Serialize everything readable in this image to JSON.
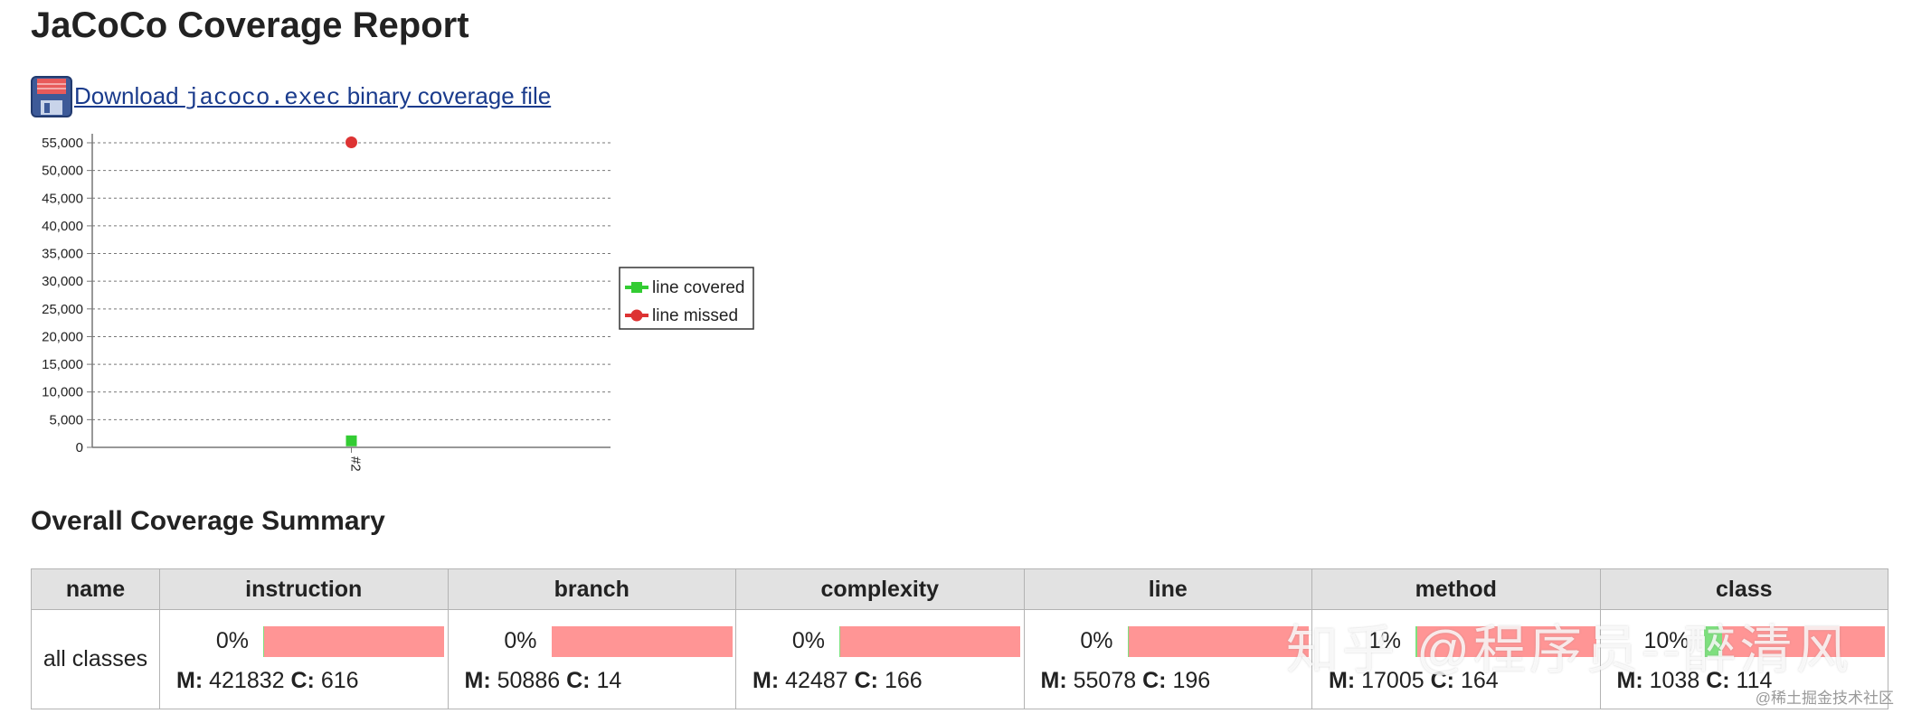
{
  "page": {
    "title": "JaCoCo Coverage Report",
    "download": {
      "prefix": "Download ",
      "file": "jacoco.exec",
      "suffix": " binary coverage file",
      "icon": "floppy-disk-icon"
    },
    "summary_title": "Overall Coverage Summary"
  },
  "chart_data": {
    "type": "scatter",
    "categories": [
      "#2"
    ],
    "series": [
      {
        "name": "line covered",
        "values": [
          196
        ],
        "color": "#33cc33",
        "marker": "square"
      },
      {
        "name": "line missed",
        "values": [
          55078
        ],
        "color": "#dd3333",
        "marker": "circle"
      }
    ],
    "yticks": [
      "0",
      "5,000",
      "10,000",
      "15,000",
      "20,000",
      "25,000",
      "30,000",
      "35,000",
      "40,000",
      "45,000",
      "50,000",
      "55,000"
    ],
    "ylim": [
      0,
      55000
    ],
    "grid": true,
    "legend_position": "right"
  },
  "table": {
    "headers": [
      "name",
      "instruction",
      "branch",
      "complexity",
      "line",
      "method",
      "class"
    ],
    "row": {
      "name": "all classes",
      "metrics": [
        {
          "pct": "0%",
          "covered_fraction": 0.001,
          "m_label": "M:",
          "m": "421832",
          "c_label": "C:",
          "c": "616"
        },
        {
          "pct": "0%",
          "covered_fraction": 0.0003,
          "m_label": "M:",
          "m": "50886",
          "c_label": "C:",
          "c": "14"
        },
        {
          "pct": "0%",
          "covered_fraction": 0.004,
          "m_label": "M:",
          "m": "42487",
          "c_label": "C:",
          "c": "166"
        },
        {
          "pct": "0%",
          "covered_fraction": 0.004,
          "m_label": "M:",
          "m": "55078",
          "c_label": "C:",
          "c": "196"
        },
        {
          "pct": "1%",
          "covered_fraction": 0.01,
          "m_label": "M:",
          "m": "17005",
          "c_label": "C:",
          "c": "164"
        },
        {
          "pct": "10%",
          "covered_fraction": 0.1,
          "m_label": "M:",
          "m": "1038",
          "c_label": "C:",
          "c": "114"
        }
      ]
    }
  },
  "watermark": {
    "main": "知乎 @程序员--醉清风",
    "small": "@稀土掘金技术社区"
  },
  "colors": {
    "missed": "#ff9595",
    "covered": "#7ee07e",
    "link": "#1a3b8c",
    "header_bg": "#e2e2e2"
  }
}
